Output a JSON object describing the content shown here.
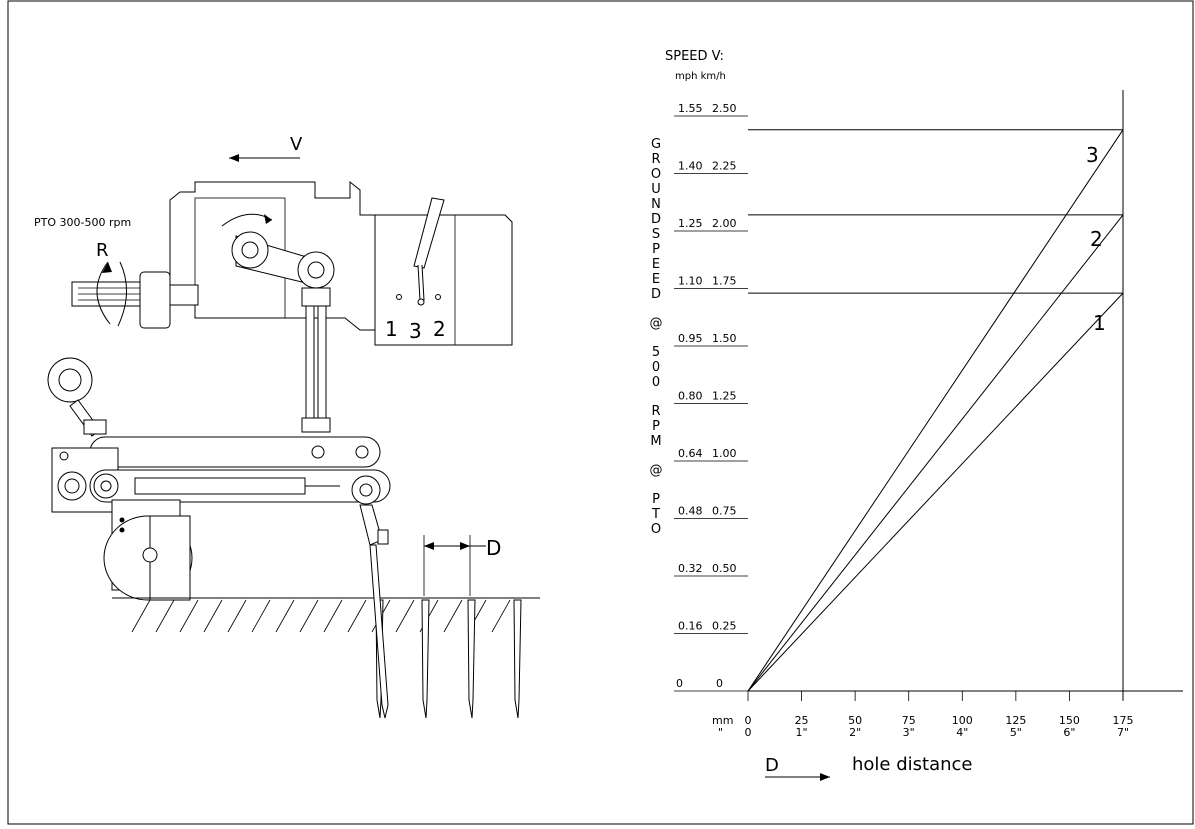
{
  "machine": {
    "speed_label": "V",
    "pto_label": "PTO 300-500 rpm",
    "rotation_label": "R",
    "gear_positions": [
      "1",
      "3",
      "2"
    ],
    "distance_label": "D"
  },
  "chart_data": {
    "type": "line",
    "title": "SPEED V:",
    "units_row": "mph  km/h",
    "ylabel_vertical": "GROUNDSPEED @ 500 RPM @ PTO",
    "xlabel_arrow": "D",
    "xlabel": "hole distance",
    "x_unit_mm": "mm",
    "x_unit_in": "\"",
    "x_ticks": [
      {
        "mm": 0,
        "mm_label": "0",
        "in_label": "0"
      },
      {
        "mm": 25,
        "mm_label": "25",
        "in_label": "1\""
      },
      {
        "mm": 50,
        "mm_label": "50",
        "in_label": "2\""
      },
      {
        "mm": 75,
        "mm_label": "75",
        "in_label": "3\""
      },
      {
        "mm": 100,
        "mm_label": "100",
        "in_label": "4\""
      },
      {
        "mm": 125,
        "mm_label": "125",
        "in_label": "5\""
      },
      {
        "mm": 150,
        "mm_label": "150",
        "in_label": "6\""
      },
      {
        "mm": 175,
        "mm_label": "175",
        "in_label": "7\""
      }
    ],
    "y_ticks": [
      {
        "kmh": 0,
        "mph_label": "0",
        "kmh_label": "0"
      },
      {
        "kmh": 0.25,
        "mph_label": "0.16",
        "kmh_label": "0.25"
      },
      {
        "kmh": 0.5,
        "mph_label": "0.32",
        "kmh_label": "0.50"
      },
      {
        "kmh": 0.75,
        "mph_label": "0.48",
        "kmh_label": "0.75"
      },
      {
        "kmh": 1.0,
        "mph_label": "0.64",
        "kmh_label": "1.00"
      },
      {
        "kmh": 1.25,
        "mph_label": "0.80",
        "kmh_label": "1.25"
      },
      {
        "kmh": 1.5,
        "mph_label": "0.95",
        "kmh_label": "1.50"
      },
      {
        "kmh": 1.75,
        "mph_label": "1.10",
        "kmh_label": "1.75"
      },
      {
        "kmh": 2.0,
        "mph_label": "1.25",
        "kmh_label": "2.00"
      },
      {
        "kmh": 2.25,
        "mph_label": "1.40",
        "kmh_label": "2.25"
      },
      {
        "kmh": 2.5,
        "mph_label": "1.55",
        "kmh_label": "2.50"
      }
    ],
    "xlim": [
      0,
      175
    ],
    "ylim_kmh": [
      0,
      2.5
    ],
    "series": [
      {
        "name": "1",
        "points": [
          [
            0,
            0
          ],
          [
            175,
            1.73
          ]
        ]
      },
      {
        "name": "2",
        "points": [
          [
            0,
            0
          ],
          [
            175,
            2.07
          ]
        ]
      },
      {
        "name": "3",
        "points": [
          [
            0,
            0
          ],
          [
            175,
            2.44
          ]
        ]
      }
    ],
    "reference_lines_kmh": [
      1.73,
      2.07,
      2.44
    ],
    "grid": false
  }
}
